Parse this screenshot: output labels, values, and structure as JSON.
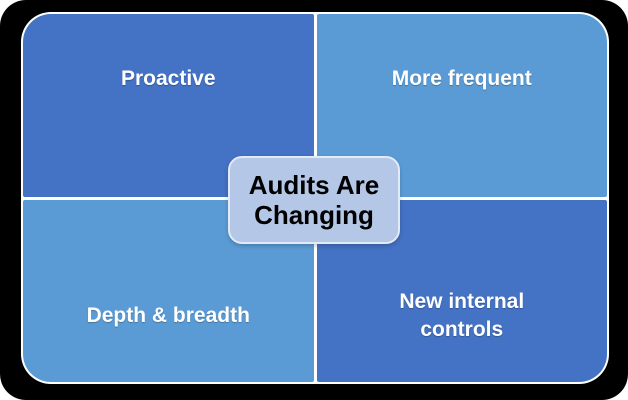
{
  "diagram": {
    "center_label": "Audits Are Changing",
    "quadrants": [
      {
        "position": "top-left",
        "label": "Proactive",
        "fill": "#4472C4",
        "text_color": "#FFFFFF"
      },
      {
        "position": "top-right",
        "label": "More frequent",
        "fill": "#5B9BD5",
        "text_color": "#FFFFFF"
      },
      {
        "position": "bottom-left",
        "label": "Depth & breadth",
        "fill": "#5B9BD5",
        "text_color": "#FFFFFF"
      },
      {
        "position": "bottom-right",
        "label": "New internal controls",
        "fill": "#4472C4",
        "text_color": "#FFFFFF"
      }
    ],
    "colors": {
      "quadrant_dark_blue": "#4472C4",
      "quadrant_light_blue": "#5B9BD5",
      "center_fill": "#B4C7E7",
      "center_border": "#E3EAF7",
      "center_text": "#000000",
      "frame": "#000000",
      "gap": "#FFFFFF"
    }
  }
}
